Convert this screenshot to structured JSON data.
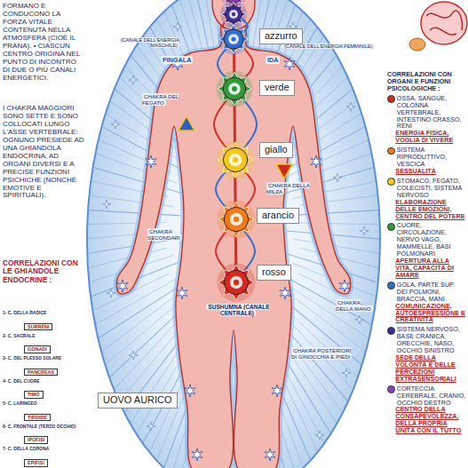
{
  "diagram": {
    "nodes": [
      {
        "text": [
          "azzurro"
        ]
      },
      {
        "text": [
          "verde"
        ]
      },
      {
        "text": [
          "giallo"
        ]
      },
      {
        "text": [
          "arancio"
        ]
      },
      {
        "text": [
          "rosso"
        ]
      },
      {
        "text": [
          "UOVO AURICO"
        ]
      },
      {
        "text": [
          "1- C. DELLA RADICE",
          "SURRENI"
        ]
      },
      {
        "text": [
          "2- C. SACRALE",
          "GONADI"
        ]
      },
      {
        "text": [
          "3- C. DEL PLESSO SOLARE",
          "PANCREAS"
        ]
      },
      {
        "text": [
          "4- C. DEL CUORE",
          "TIMO"
        ]
      },
      {
        "text": [
          "5- C. LARINGEO",
          "TIROIDE"
        ]
      },
      {
        "text": [
          "6- C. FRONTALE (TERZO OCCHIO)",
          "IPOFISI"
        ]
      },
      {
        "text": [
          "7- C. DELLA CORONA",
          "EPIFISI"
        ]
      }
    ],
    "labels": [
      "FORMANO E CONDUCONO LA FORZA VITALE CONTENUTA NELLA ATMOSFERA (CIOÈ IL PRANA). • CIASCUN CENTRO ORIGINA NEL PUNTO DI INCONTRO DI DUE O PIÙ CANALI ENERGETICI.",
      "I CHAKRA MAGGIORI SONO SETTE E SONO COLLOCATI LUNGO L'ASSE VERTEBRALE: OGNUNO PRESIEDE AD UNA GHIANDOLA ENDOCRINA, AD ORGANI DIVERSI E A PRECISE FUNZIONI PSICHICHE (NONCHÉ EMOTIVE E SPIRITUALI).",
      "CORRELAZIONI CON LE GHIANDOLE ENDOCRINE :",
      "(CANALE DELL'ENERGIA MASCHILE)",
      "PINGALA",
      "IDA",
      "(CANALE DELL'ENERGIA FEMMINILE)",
      "CHAKRA DEL FEGATO",
      "CHAKRA DELLA MILZA",
      "CHAKRA SECONDARI",
      "SUSHUMNA (CANALE CENTRALE)",
      "CHAKRA DELLA MANO",
      "CHAKRA POSTERIORI DI GINOCCHIA E PIEDI",
      "CORRELAZIONI CON ORGANI E FUNZIONI PSICOLOGICHE :",
      "ENERGIA FISICA, VOGLIA DI VIVERE",
      "SESSUALITÀ",
      "ELABORAZIONE DELLE EMOZIONI, CENTRO DEL POTERE",
      "APERTURA ALLA VITA, CAPACITÀ DI AMARE",
      "COMUNICAZIONE, AUTOESPRESSIONE E CREATIVITÀ",
      "SEDE DELLA VOLONTÀ E DELLE PERCEZIONI EXTRASENSORIALI",
      "CENTRO DELLA CONSAPEVOLEZZA, DELLA PROPRIA UNITÀ CON IL TUTTO"
    ],
    "legend": [
      {
        "text": "OSSA, SANGUE, COLONNA VERTEBRALE, INTESTINO CRASSO, RENI",
        "color": "#d42a1e"
      },
      {
        "text": "SISTEMA RIPRODUTTIVO, VESCICA",
        "color": "#f07d1a"
      },
      {
        "text": "STOMACO, FEGATO, COLECISTI, SISTEMA NERVOSO",
        "color": "#f2c81a"
      },
      {
        "text": "CUORE, CIRCOLAZIONE, NERVO VAGO, MAMMELLE, BASI POLMONARI",
        "color": "#2e9a3a"
      },
      {
        "text": "GOLA, PARTE SUP. DEI POLMONI, BRACCIA, MANI",
        "color": "#2f6fd0"
      },
      {
        "text": "SISTEMA NERVOSO, BASE CRANICA, ORECCHIE, NASO, OCCHIO SINISTRO",
        "color": "#3a2f9a"
      },
      {
        "text": "CORTECCIA CEREBRALE, CRANIO, OCCHIO DESTRO",
        "color": "#8a3fb0"
      }
    ]
  }
}
